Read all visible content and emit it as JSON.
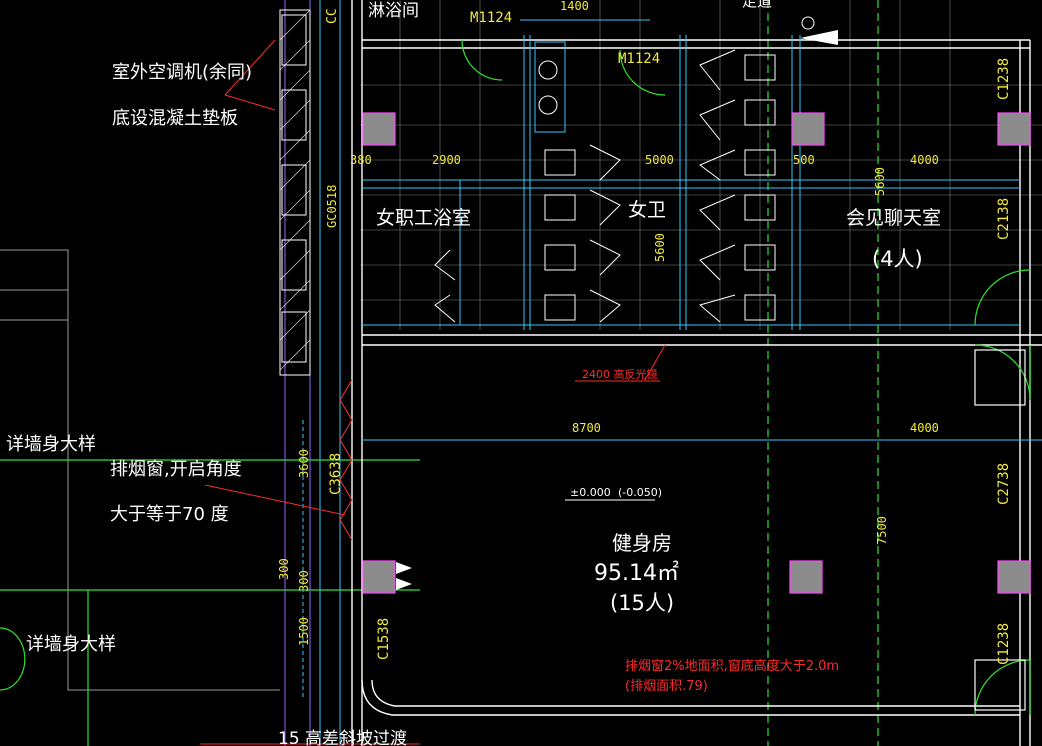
{
  "labels": {
    "top_room_cut": "淋浴间",
    "top_right_cut": "走道",
    "door_m1124_a": "M1124",
    "door_m1124_b": "M1124",
    "dim_top_1400": "1400",
    "ac_note_line1": "室外空调机(余同)",
    "ac_note_line2": "底设混凝土垫板",
    "win_cc_top": "CC",
    "win_c1238_top": "C1238",
    "win_c1238_bottom": "C1238",
    "win_gc0518": "GC0518",
    "win_c2138": "C2138",
    "win_c2738": "C2738",
    "win_c3638": "C3638",
    "win_c1538": "C1538",
    "dim_380": "380",
    "dim_2900": "2900",
    "dim_5000": "5000",
    "dim_500": "500",
    "dim_4000_top": "4000",
    "dim_5600_a": "5600",
    "dim_5600_b": "5600",
    "dim_2400_note": "2400 高反光镜",
    "dim_8700": "8700",
    "dim_4000_mid": "4000",
    "dim_7500": "7500",
    "dim_3600": "3600",
    "dim_300_a": "300",
    "dim_300_b": "300",
    "dim_1500": "1500",
    "room_women_bath": "女职工浴室",
    "room_women_wc": "女卫",
    "room_meeting": "会见聊天室",
    "room_meeting_cap": "(4人)",
    "room_gym": "健身房",
    "room_gym_area": "95.14㎡",
    "room_gym_cap": "(15人)",
    "elev_label": "±0.000",
    "elev_paren": "(-0.050)",
    "wall_detail_1": "详墙身大样",
    "wall_detail_2": "详墙身大样",
    "smoke_note_line1": "排烟窗,开启角度",
    "smoke_note_line2": "大于等于70 度",
    "smoke_red_line1": "排烟窗2%地面积,窗底高度大于2.0m",
    "smoke_red_line2": "(排烟面积.79)",
    "bottom_note": "15 高差斜坡过渡"
  }
}
